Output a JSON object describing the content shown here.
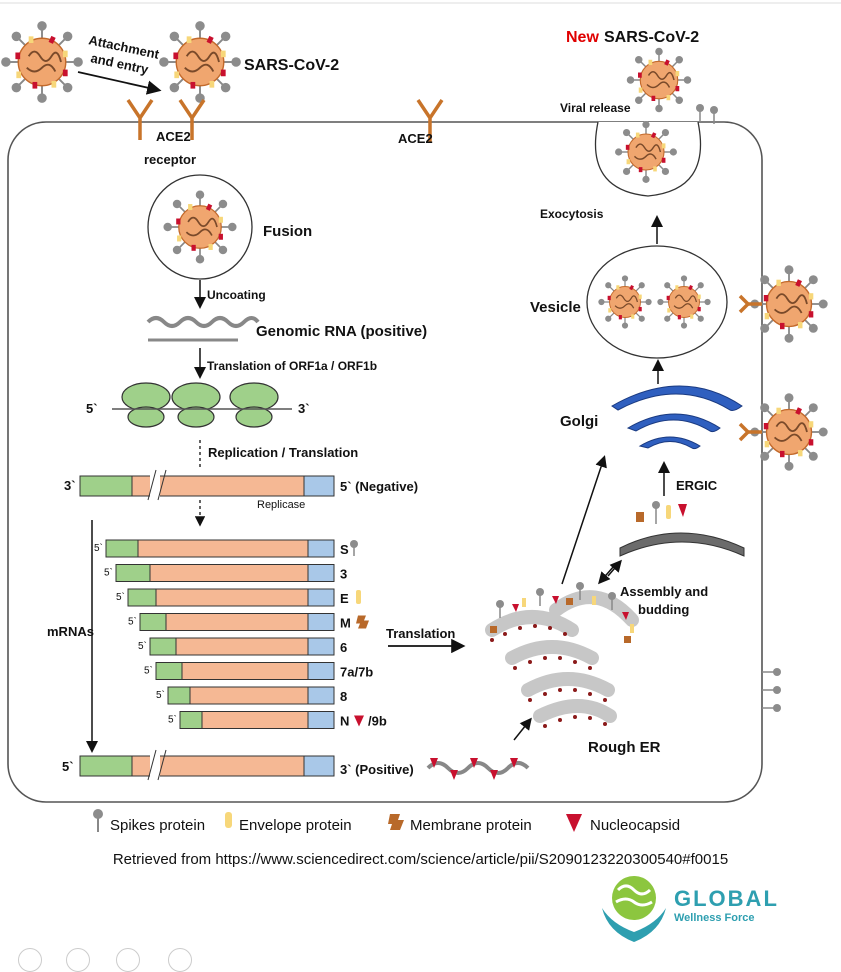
{
  "labels": {
    "attachment_line1": "Attachment",
    "attachment_line2": "and entry",
    "sars_top": "SARS-CoV-2",
    "new_word": "New",
    "new_sars": "SARS-CoV-2",
    "ace2_receptor": "ACE2",
    "receptor": "receptor",
    "ace2_middle": "ACE2",
    "viral_release": "Viral release",
    "exocytosis": "Exocytosis",
    "fusion": "Fusion",
    "uncoating": "Uncoating",
    "genomic_rna": "Genomic RNA (positive)",
    "translation_orf": "Translation of ORF1a / ORF1b",
    "five_prime_ribo": "5`",
    "three_prime_ribo": "3`",
    "replication": "Replication / Translation",
    "neg_left": "3`",
    "neg_right": "5` (Negative)",
    "replicase": "Replicase",
    "vesicle": "Vesicle",
    "golgi": "Golgi",
    "ergic": "ERGIC",
    "assembly_line1": "Assembly and",
    "assembly_line2": "budding",
    "mrnas": "mRNAs",
    "translation": "Translation",
    "rough_er": "Rough ER",
    "pos_left": "5`",
    "pos_right": "3` (Positive)"
  },
  "mrnas": [
    {
      "prime": "5`",
      "label": "S"
    },
    {
      "prime": "5`",
      "label": "3"
    },
    {
      "prime": "5`",
      "label": "E"
    },
    {
      "prime": "5`",
      "label": "M"
    },
    {
      "prime": "5`",
      "label": "6"
    },
    {
      "prime": "5`",
      "label": "7a/7b"
    },
    {
      "prime": "5`",
      "label": "8"
    },
    {
      "prime": "5`",
      "label": "N"
    }
  ],
  "mrna_n_suffix": "/9b",
  "legend": [
    {
      "label": "Spikes protein",
      "icon": "spike-icon",
      "color": "#8c8c8c"
    },
    {
      "label": "Envelope protein",
      "icon": "envelope-icon",
      "color": "#f7d77a"
    },
    {
      "label": "Membrane protein",
      "icon": "membrane-icon",
      "color": "#b8692a"
    },
    {
      "label": "Nucleocapsid",
      "icon": "nucleocapsid-icon",
      "color": "#c8102e"
    }
  ],
  "caption": "Retrieved from https://www.sciencedirect.com/science/article/pii/S2090123220300540#f0015",
  "logo": {
    "name": "GLOBAL",
    "tagline": "Wellness Force"
  },
  "colors": {
    "virus_body": "#f0a66f",
    "spike": "#8c8c8c",
    "rna_green": "#9fd08a",
    "rna_orange": "#f5b894",
    "rna_blue": "#a9c8e8",
    "ace2": "#c8742a",
    "golgi": "#2f5fbf",
    "er": "#c7c7c7",
    "new_red": "#e00000"
  }
}
